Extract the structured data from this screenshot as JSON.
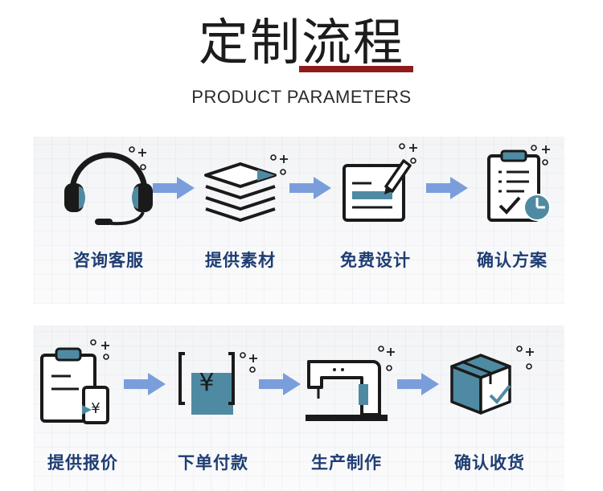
{
  "header": {
    "title": "定制流程",
    "subtitle": "PRODUCT PARAMETERS"
  },
  "colors": {
    "accent_red": "#8e1c1c",
    "label_blue": "#1e3d73",
    "icon_teal": "#4f8aa3",
    "arrow_blue": "#7a9edb",
    "icon_dark": "#1a1a1a"
  },
  "steps": [
    {
      "label": "咨询客服",
      "icon": "headset-icon"
    },
    {
      "label": "提供素材",
      "icon": "layers-icon"
    },
    {
      "label": "免费设计",
      "icon": "design-pen-icon"
    },
    {
      "label": "确认方案",
      "icon": "checklist-clipboard-icon"
    },
    {
      "label": "提供报价",
      "icon": "clipboard-price-icon"
    },
    {
      "label": "下单付款",
      "icon": "yen-payment-icon"
    },
    {
      "label": "生产制作",
      "icon": "sewing-machine-icon"
    },
    {
      "label": "确认收货",
      "icon": "package-check-icon"
    }
  ]
}
